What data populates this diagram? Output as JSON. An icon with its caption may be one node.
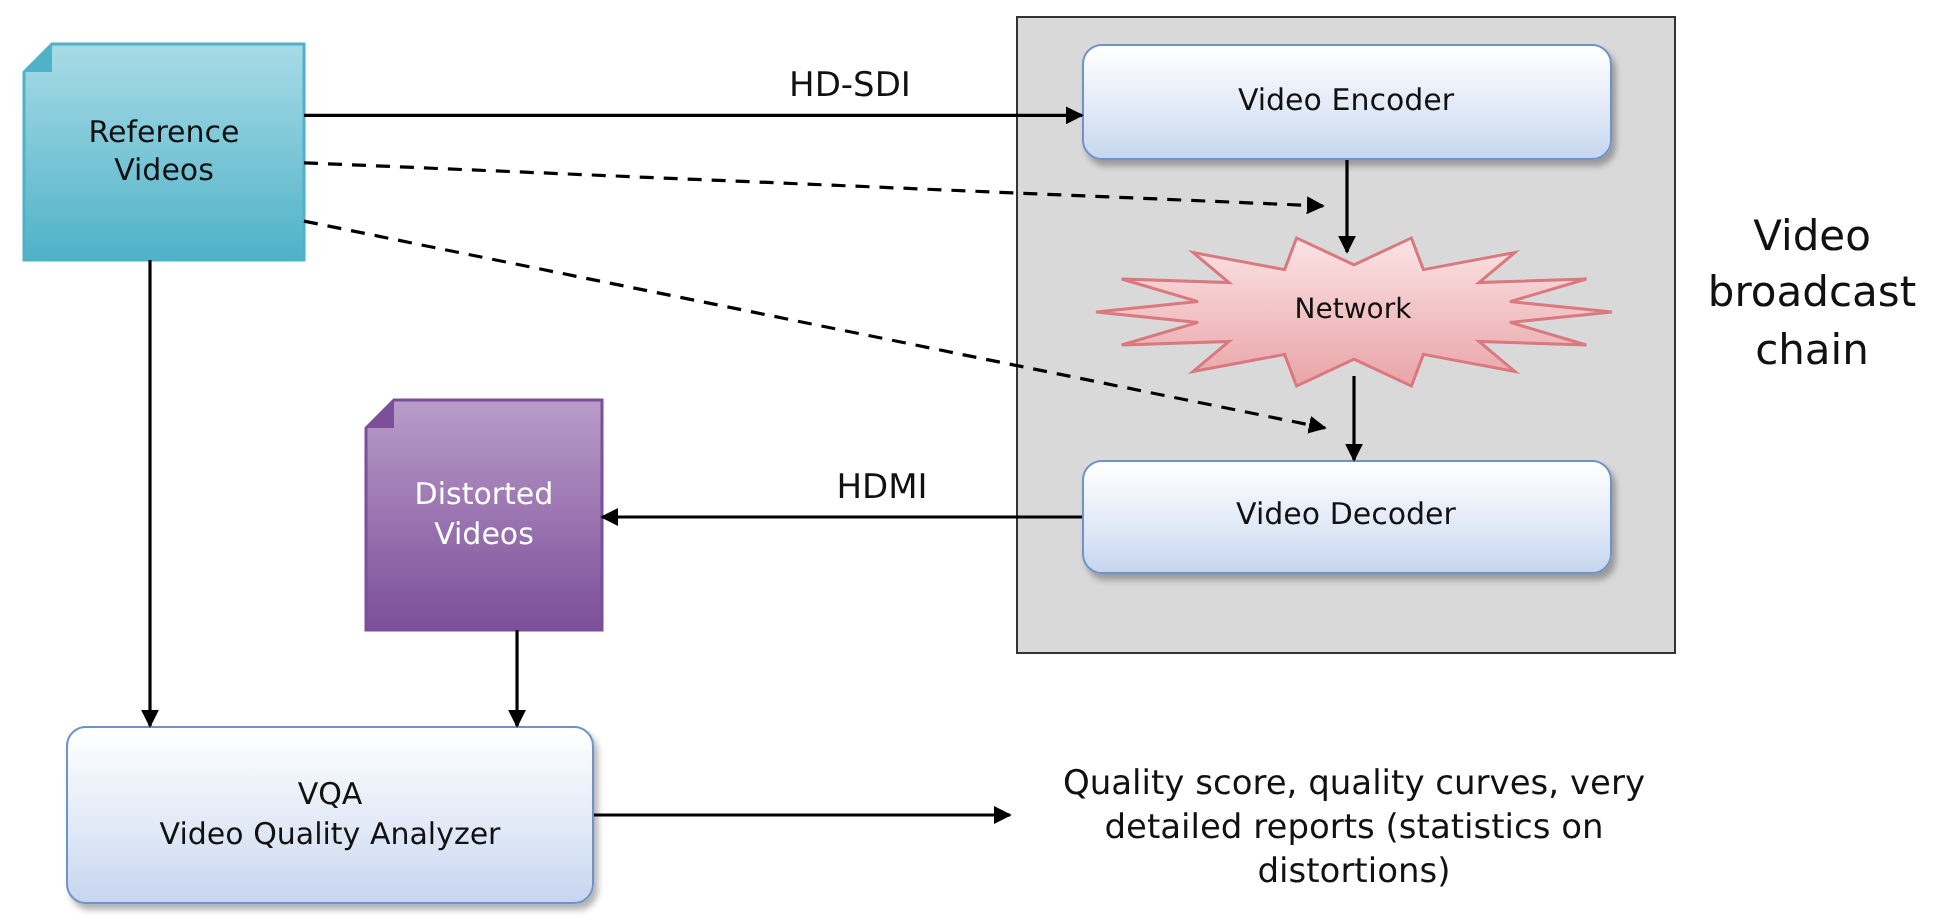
{
  "diagram": {
    "nodes": [
      {
        "text": [
          "Reference Videos"
        ]
      },
      {
        "text": [],
        "shape": "box",
        "beside": [
          "Video broadcast chain"
        ]
      },
      {
        "text": [
          "Video Encoder"
        ],
        "in": 1
      },
      {
        "text": [
          "Network"
        ],
        "in": 1
      },
      {
        "text": [
          "Video Decoder"
        ],
        "in": 1
      },
      {
        "text": [
          "Distorted Videos"
        ]
      },
      {
        "text": [
          "VQA",
          "Video Quality Analyzer"
        ]
      },
      {
        "text": [
          "Quality score, quality curves, very detailed reports (statistics on distortions)"
        ]
      }
    ],
    "edges": [
      {
        "from": 0,
        "to": 2,
        "arrow": "to",
        "label": "HD-SDI"
      },
      {
        "from": 0,
        "to": 2,
        "arrow": "to",
        "style": "dashed"
      },
      {
        "from": 0,
        "to": 4,
        "arrow": "to",
        "style": "dashed"
      },
      {
        "from": 2,
        "to": 3,
        "arrow": "to"
      },
      {
        "from": 3,
        "to": 4,
        "arrow": "to"
      },
      {
        "from": 4,
        "to": 5,
        "arrow": "to",
        "label": "HDMI"
      },
      {
        "from": 0,
        "to": 6,
        "arrow": "to"
      },
      {
        "from": 5,
        "to": 6,
        "arrow": "to"
      },
      {
        "from": 6,
        "to": 7,
        "arrow": "to"
      }
    ]
  }
}
